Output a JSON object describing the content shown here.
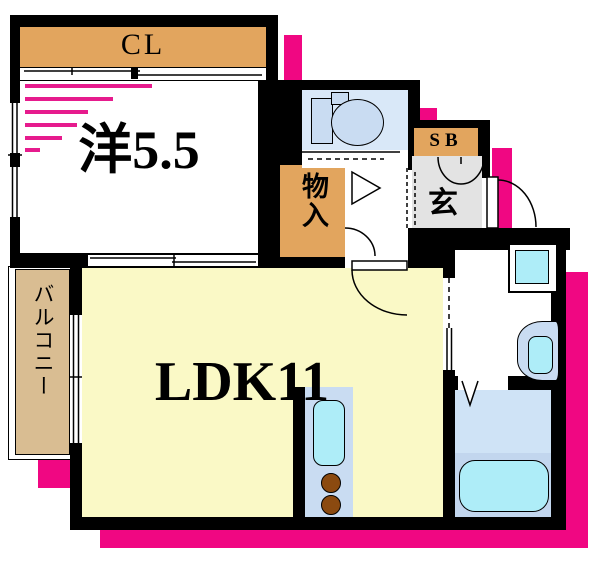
{
  "title": "Japanese apartment floor plan 1LDK",
  "rooms": {
    "closet": {
      "label": "CL"
    },
    "western_room": {
      "label": "洋5.5"
    },
    "storage": {
      "label": "物入"
    },
    "shoe_box": {
      "label": "SB"
    },
    "entrance": {
      "label": "玄"
    },
    "ldk": {
      "label": "LDK11"
    },
    "balcony": {
      "label": "バルコニー"
    }
  },
  "fixtures": {
    "toilet": "toilet-with-tank",
    "washer_pan": "washing-machine-space",
    "basin": "wash-basin",
    "bathtub": "bathtub",
    "kitchen": "kitchen-counter-with-sink-and-two-burners"
  },
  "colors": {
    "wall": "#000000",
    "accent_pink": "#F00782",
    "speed_line_magenta": "#E61B8D",
    "closet_orange": "#E2A55E",
    "balcony_tan": "#D9BD92",
    "ldk_yellow": "#FAF9C6",
    "toilet_floor_blue": "#D9E8F8",
    "fixture_blue": "#C9DCF2",
    "bath_floor_blue": "#CFE3F6",
    "tub_band_blue": "#C2D6EE",
    "cyan_fixture": "#AEEDF8",
    "genkan_gray": "#E3E3E3",
    "burner_brown": "#8B4A10"
  }
}
